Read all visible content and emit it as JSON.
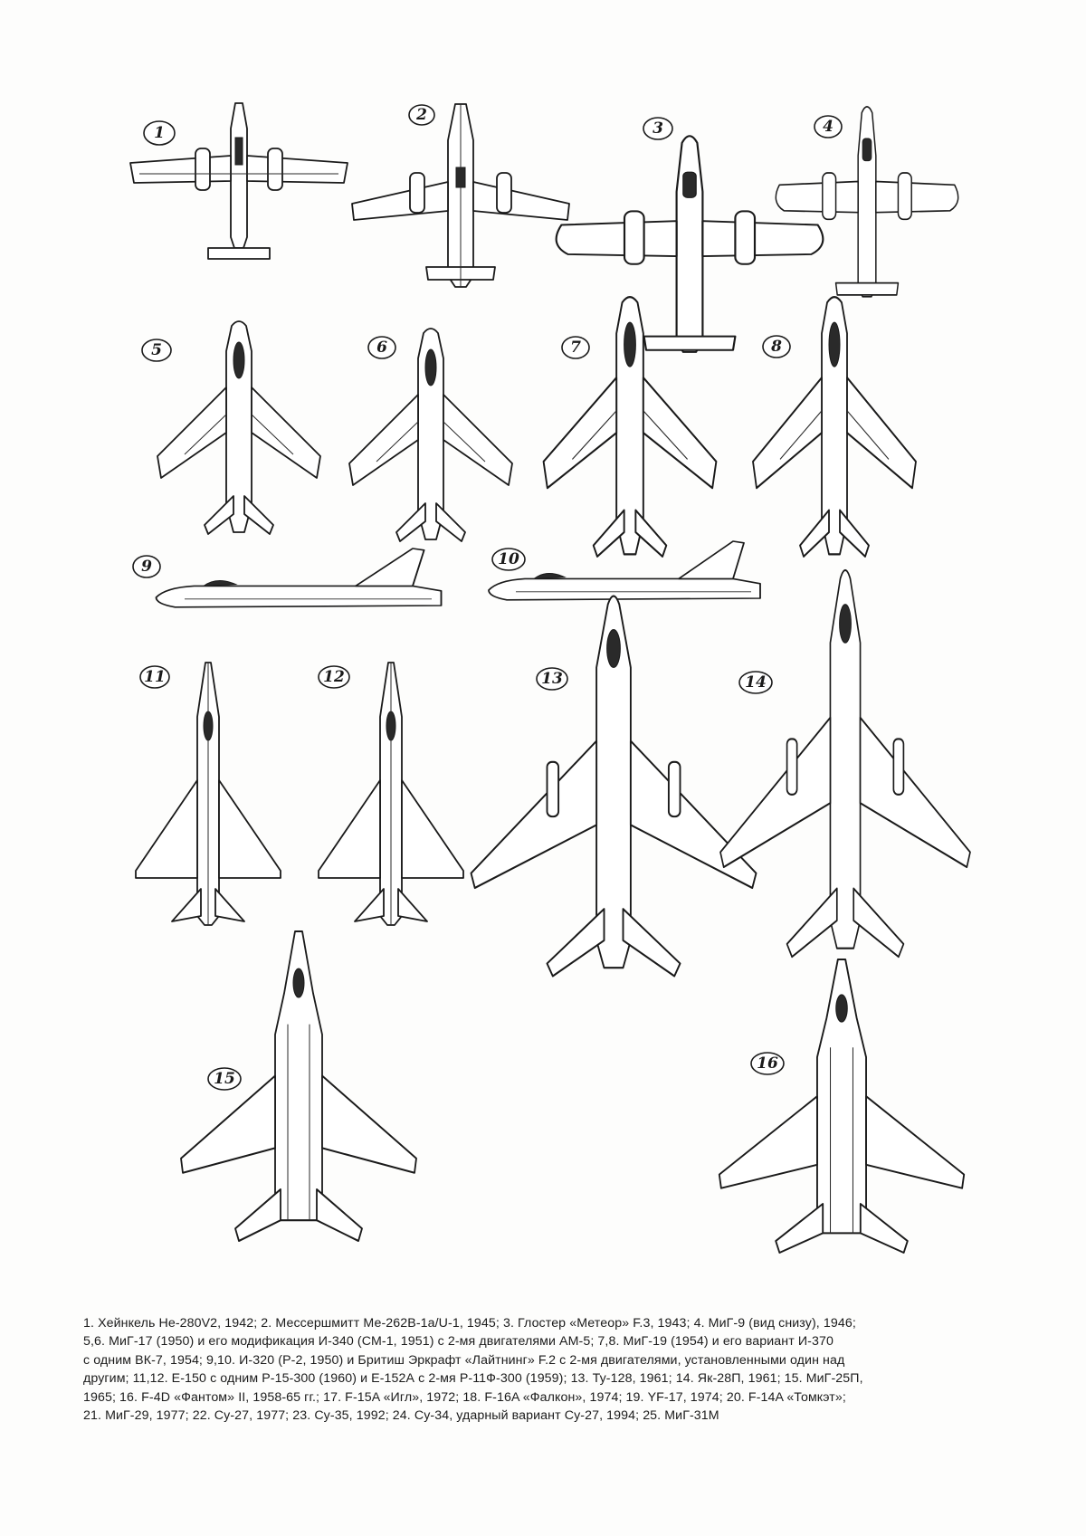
{
  "plates": [
    {
      "num": "1"
    },
    {
      "num": "2"
    },
    {
      "num": "3"
    },
    {
      "num": "4"
    },
    {
      "num": "5"
    },
    {
      "num": "6"
    },
    {
      "num": "7"
    },
    {
      "num": "8"
    },
    {
      "num": "9"
    },
    {
      "num": "10"
    },
    {
      "num": "11"
    },
    {
      "num": "12"
    },
    {
      "num": "13"
    },
    {
      "num": "14"
    },
    {
      "num": "15"
    },
    {
      "num": "16"
    }
  ],
  "caption": {
    "lines": [
      "1. Хейнкель Не-280V2, 1942; 2. Мессершмитт Ме-262В-1а/U-1, 1945; 3. Глостер «Метеор» F.3, 1943; 4. МиГ-9 (вид снизу), 1946;",
      "5,6. МиГ-17 (1950) и его модификация И-340 (СМ-1, 1951) с 2-мя двигателями АМ-5; 7,8. МиГ-19 (1954) и его вариант И-370",
      " с одним ВК-7, 1954; 9,10. И-320 (Р-2, 1950) и Бритиш Эркрафт «Лайтнинг» F.2 с 2-мя двигателями, установленными один над",
      "другим; 11,12. Е-150 с одним Р-15-300 (1960) и Е-152А с 2-мя Р-11Ф-300 (1959); 13. Ту-128, 1961; 14. Як-28П, 1961; 15. МиГ-25П,",
      "1965; 16. F-4D «Фантом» II, 1958-65 гг.; 17. F-15A «Игл», 1972; 18. F-16A «Фалкон», 1974; 19. YF-17, 1974; 20. F-14A «Томкэт»;",
      "21. МиГ-29, 1977; 22. Су-27, 1977; 23. Су-35, 1992; 24. Су-34, ударный вариант Су-27, 1994; 25. МиГ-31М"
    ]
  }
}
